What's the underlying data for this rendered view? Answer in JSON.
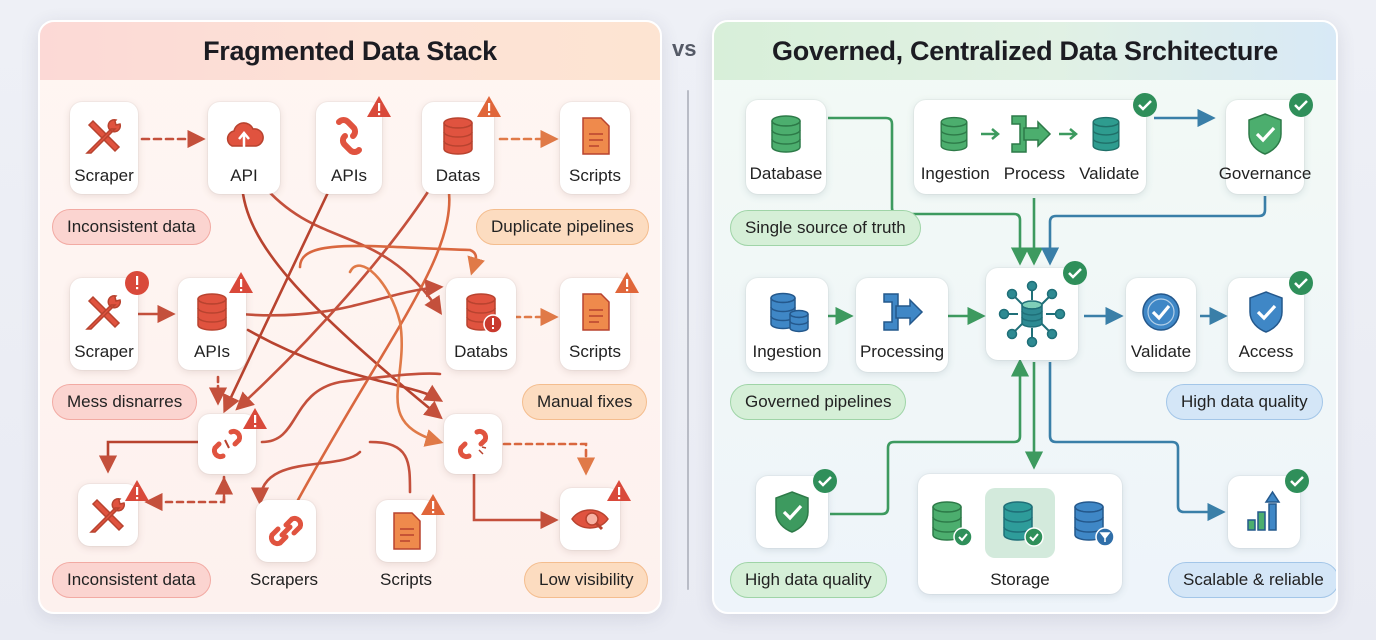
{
  "divider": {
    "label": "vs"
  },
  "left": {
    "title": "Fragmented Data Stack",
    "nodes": [
      {
        "id": "scraper1",
        "label": "Scraper",
        "icon": "tools-icon",
        "badge": ""
      },
      {
        "id": "api",
        "label": "API",
        "icon": "cloud-upload-icon",
        "badge": ""
      },
      {
        "id": "apis1",
        "label": "APIs",
        "icon": "broken-link-icon",
        "badge": "warning"
      },
      {
        "id": "datas",
        "label": "Datas",
        "icon": "database-icon",
        "badge": "warning"
      },
      {
        "id": "scripts1",
        "label": "Scripts",
        "icon": "document-icon",
        "badge": ""
      },
      {
        "id": "scraper2",
        "label": "Scraper",
        "icon": "tools-icon",
        "badge": "error"
      },
      {
        "id": "apis2",
        "label": "APIs",
        "icon": "database-icon",
        "badge": "warning"
      },
      {
        "id": "databs",
        "label": "Databs",
        "icon": "database-error-icon",
        "badge": ""
      },
      {
        "id": "scripts2",
        "label": "Scripts",
        "icon": "document-icon",
        "badge": "warning"
      },
      {
        "id": "link-broken-a",
        "label": "",
        "icon": "broken-link-icon",
        "badge": "warning"
      },
      {
        "id": "link-broken-b",
        "label": "",
        "icon": "broken-link-icon",
        "badge": ""
      },
      {
        "id": "tools3",
        "label": "",
        "icon": "tools-icon",
        "badge": "warning"
      },
      {
        "id": "scrapers",
        "label": "Scrapers",
        "icon": "link-icon",
        "badge": ""
      },
      {
        "id": "scripts3",
        "label": "Scripts",
        "icon": "document-icon",
        "badge": "warning"
      },
      {
        "id": "visibility",
        "label": "",
        "icon": "hidden-eye-icon",
        "badge": "warning"
      }
    ],
    "pills": [
      {
        "label": "Inconsistent data",
        "tone": "red"
      },
      {
        "label": "Duplicate pipelines",
        "tone": "orange"
      },
      {
        "label": "Mess disnarres",
        "tone": "red"
      },
      {
        "label": "Manual fixes",
        "tone": "orange"
      },
      {
        "label": "Inconsistent data",
        "tone": "red"
      },
      {
        "label": "Low visibility",
        "tone": "orange"
      }
    ]
  },
  "right": {
    "title": "Governed, Centralized Data Srchitecture",
    "nodes": [
      {
        "id": "database",
        "label": "Database",
        "icon": "database-icon"
      },
      {
        "id": "pipeline-group",
        "labels": [
          "Ingestion",
          "Process",
          "Validate"
        ],
        "icon": "pipeline-icon",
        "badge": "check"
      },
      {
        "id": "governance",
        "label": "Governance",
        "icon": "shield-check-icon",
        "badge": "check"
      },
      {
        "id": "ingestion",
        "label": "Ingestion",
        "icon": "database-stack-icon"
      },
      {
        "id": "processing",
        "label": "Processing",
        "icon": "pipe-arrow-icon"
      },
      {
        "id": "hub",
        "label": "",
        "icon": "central-hub-icon",
        "badge": "check"
      },
      {
        "id": "validate",
        "label": "Validate",
        "icon": "check-circle-icon"
      },
      {
        "id": "access",
        "label": "Access",
        "icon": "shield-check-icon",
        "badge": "check"
      },
      {
        "id": "quality",
        "label": "",
        "icon": "shield-check-icon",
        "badge": "check"
      },
      {
        "id": "storage",
        "label": "Storage",
        "icon": "database-group-icon"
      },
      {
        "id": "scalable",
        "label": "",
        "icon": "bar-chart-up-icon",
        "badge": "check"
      }
    ],
    "pills": [
      {
        "label": "Single source of truth",
        "tone": "green"
      },
      {
        "label": "Governed pipelines",
        "tone": "green"
      },
      {
        "label": "High data quality",
        "tone": "blue"
      },
      {
        "label": "High data quality",
        "tone": "green"
      },
      {
        "label": "Scalable & reliable",
        "tone": "blue"
      }
    ]
  },
  "colors": {
    "red": "#e0533f",
    "red_dark": "#b8432f",
    "orange": "#ef8a4c",
    "green": "#3d9a5f",
    "teal": "#2e8a92",
    "blue": "#3f87c6",
    "badge_red": "#d9493a",
    "badge_green": "#2f8f5a"
  }
}
